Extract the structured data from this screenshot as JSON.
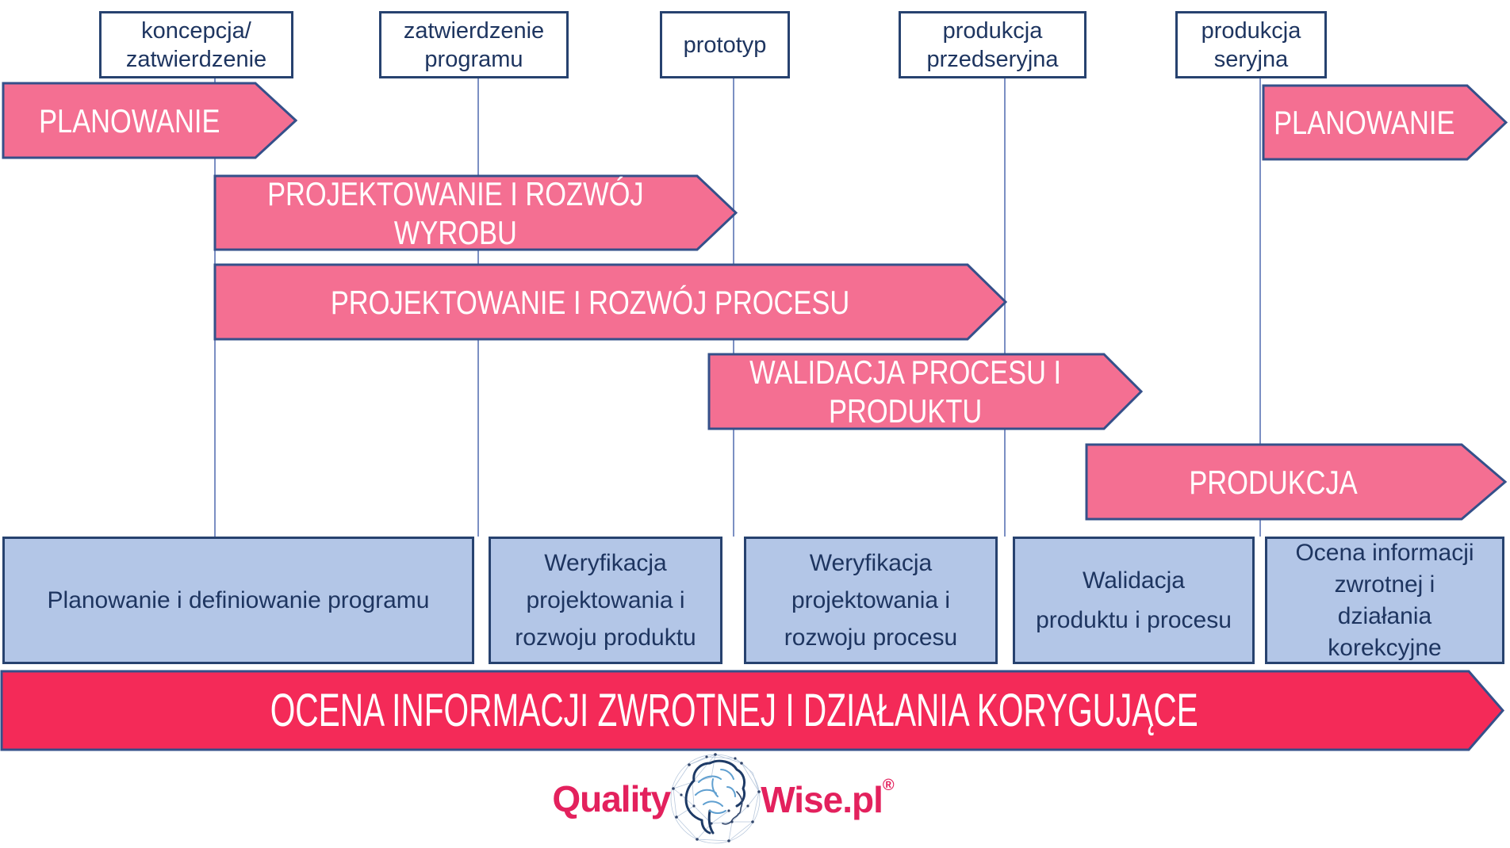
{
  "palette": {
    "arrow_pink": "#f46f92",
    "banner_red": "#f42a58",
    "activity_blue": "#b3c6e7",
    "shape_border_navy": "#35508a",
    "box_border_navy": "#27426f",
    "text_navy": "#1e3560",
    "connector_line_blue": "#7b8fc3",
    "logo_pink": "#e3215d",
    "background": "#ffffff",
    "label_white": "#ffffff"
  },
  "milestones": [
    {
      "label": "koncepcja/\nzatwierdzenie"
    },
    {
      "label": "zatwierdzenie\nprogramu"
    },
    {
      "label": "prototyp"
    },
    {
      "label": "produkcja\nprzedseryjna"
    },
    {
      "label": "produkcja\nseryjna"
    }
  ],
  "phases": [
    {
      "label": "PLANOWANIE"
    },
    {
      "label": "PROJEKTOWANIE I ROZWÓJ\nWYROBU"
    },
    {
      "label": "PROJEKTOWANIE I ROZWÓJ PROCESU"
    },
    {
      "label": "WALIDACJA PROCESU I\nPRODUKTU"
    },
    {
      "label": "PRODUKCJA"
    },
    {
      "label": "PLANOWANIE"
    }
  ],
  "activities": [
    {
      "label": "Planowanie i definiowanie programu"
    },
    {
      "label": "Weryfikacja\nprojektowania i\nrozwoju produktu"
    },
    {
      "label": "Weryfikacja\nprojektowania i\nrozwoju procesu"
    },
    {
      "label": "Walidacja\nproduktu i procesu"
    },
    {
      "label": "Ocena informacji\nzwrotnej i\ndziałania\nkorekcyjne"
    }
  ],
  "banner": {
    "label": "OCENA INFORMACJI ZWROTNEJ I DZIAŁANIA KORYGUJĄCE"
  },
  "logo": {
    "quality": "Quality",
    "wise": "Wise.pl",
    "registered": "®",
    "icon": "brain-network-icon"
  }
}
